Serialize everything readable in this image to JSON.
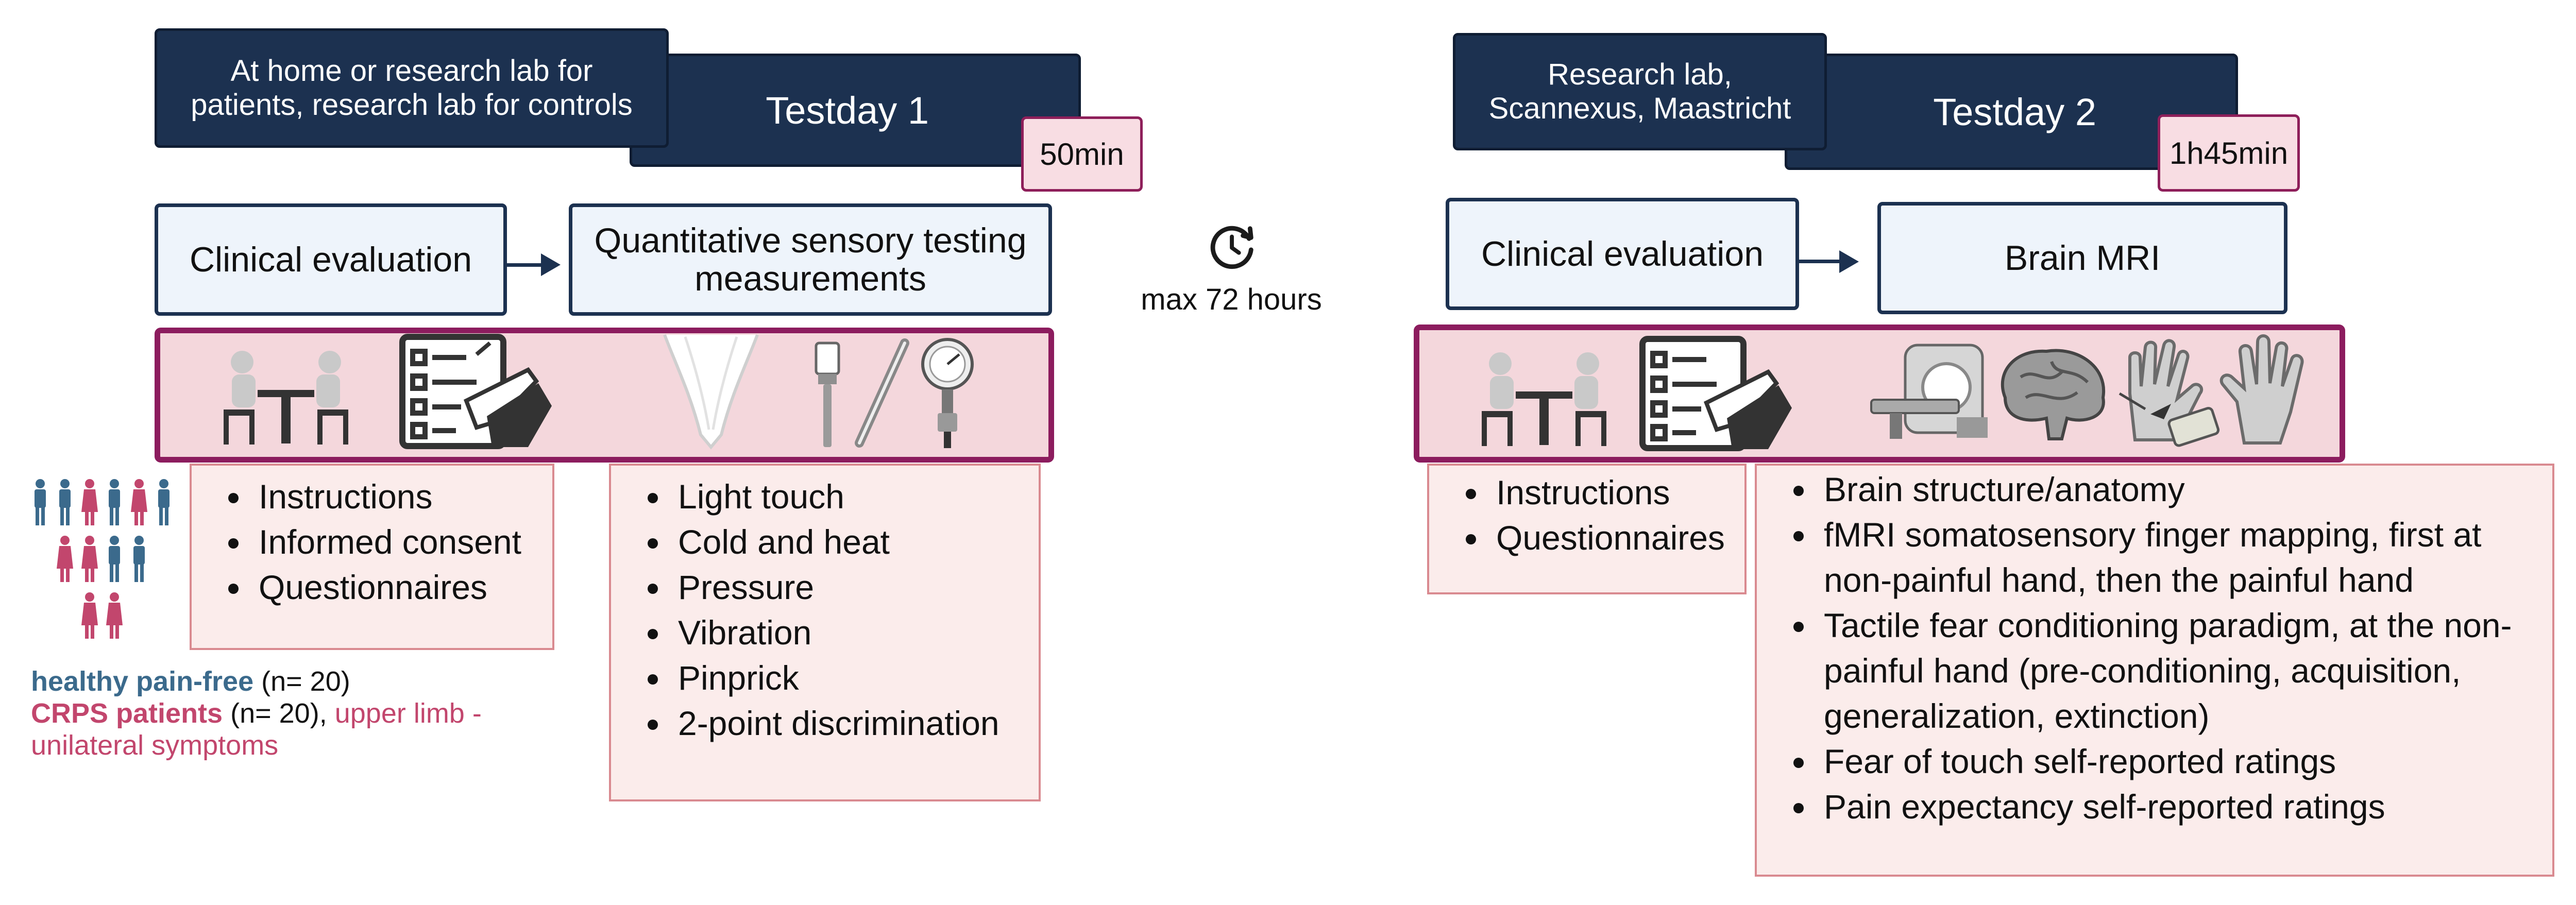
{
  "testday1": {
    "location": "At home or research lab for patients, research lab for controls",
    "title": "Testday 1",
    "duration": "50min",
    "steps": [
      "Clinical evaluation",
      "Quantitative sensory testing measurements"
    ],
    "list_left": [
      "Instructions",
      "Informed consent",
      "Questionnaires"
    ],
    "list_right": [
      "Light touch",
      "Cold and heat",
      "Pressure",
      "Vibration",
      "Pinprick",
      "2-point discrimination"
    ]
  },
  "interval": {
    "label": "max 72 hours"
  },
  "testday2": {
    "location": "Research lab, Scannexus, Maastricht",
    "title": "Testday 2",
    "duration": "1h45min",
    "steps": [
      "Clinical evaluation",
      "Brain MRI"
    ],
    "list_left": [
      "Instructions",
      "Questionnaires"
    ],
    "list_right": [
      "Brain structure/anatomy",
      "fMRI somatosensory finger mapping, first at non-painful hand, then the painful hand",
      "Tactile fear conditioning paradigm, at the non-painful hand (pre-conditioning, acquisition, generalization, extinction)",
      "Fear of touch self-reported ratings",
      "Pain expectancy self-reported ratings"
    ]
  },
  "legend": {
    "healthy_label": "healthy pain-free",
    "healthy_n": "(n= 20)",
    "crps_label": "CRPS patients",
    "crps_n": "(n= 20),",
    "crps_detail": "upper limb - unilateral symptoms"
  },
  "colors": {
    "navy": "#1c3150",
    "magenta": "#8c1c5e",
    "band_fill": "#f4d7dc",
    "healthy": "#3b6a8c",
    "crps": "#c2466d"
  }
}
